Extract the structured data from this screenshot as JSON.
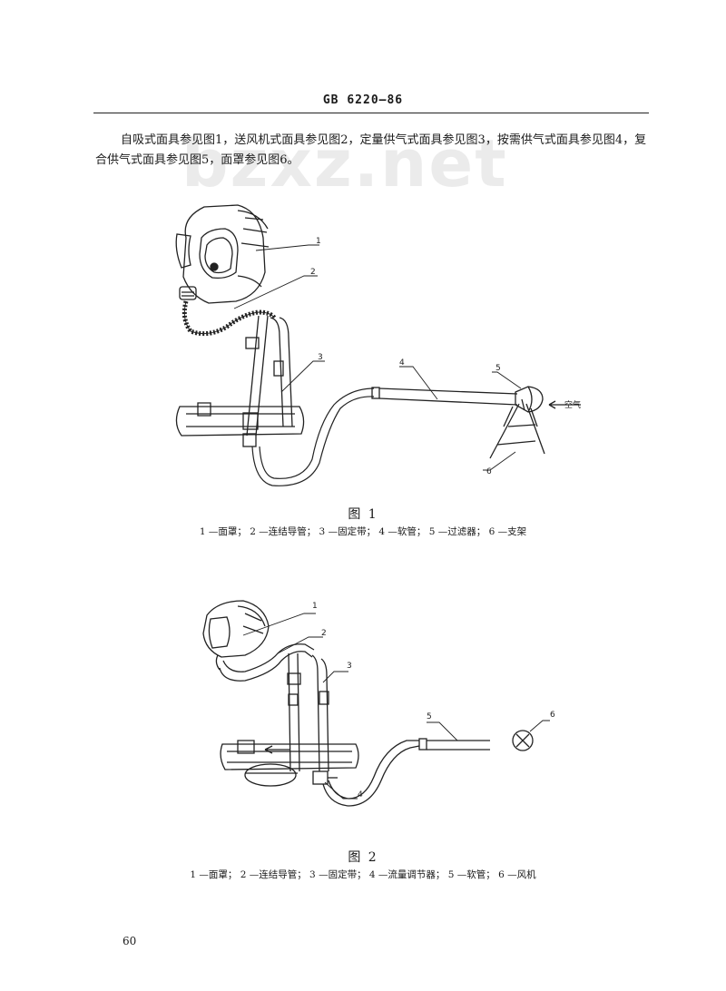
{
  "header": "GB 6220—86",
  "intro_text": "自吸式面具参见图1，送风机式面具参见图2，定量供气式面具参见图3，按需供气式面具参见图4，复合供气式面具参见图5，面罩参见图6。",
  "watermark": "bzxz.net",
  "figure1": {
    "title": "图 1",
    "caption": "1 —面罩；  2 —连结导管；  3 —固定带；  4 —软管；  5 —过滤器；  6 —支架",
    "callouts": [
      "1",
      "2",
      "3",
      "4",
      "5",
      "6"
    ],
    "air_label": "空气"
  },
  "figure2": {
    "title": "图 2",
    "caption": "1 —面罩；  2 —连结导管；  3 —固定带；  4 —流量调节器；  5 —软管；  6 —风机",
    "callouts": [
      "1",
      "2",
      "3",
      "4",
      "5",
      "6"
    ]
  },
  "page_number": "60"
}
